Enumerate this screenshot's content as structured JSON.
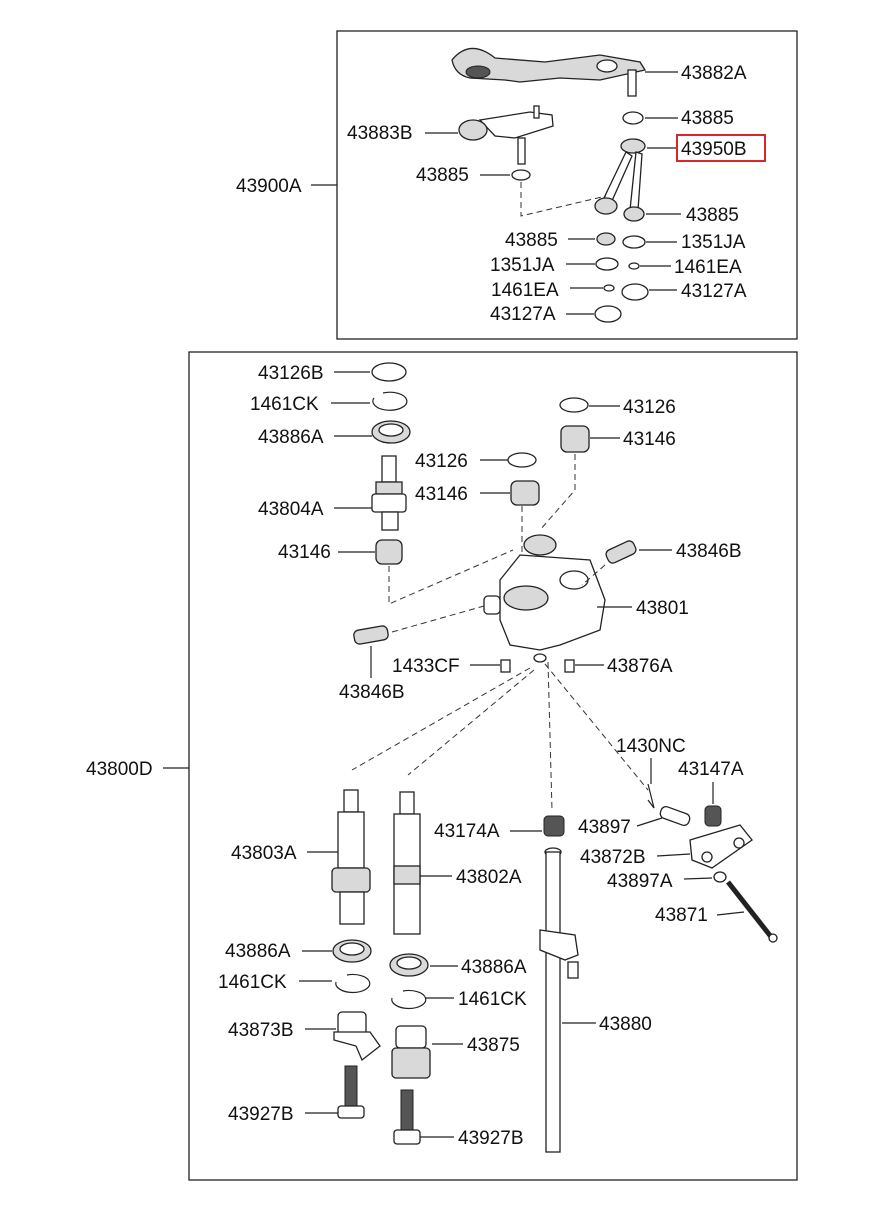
{
  "groups": {
    "upper": "43900A",
    "lower": "43800D"
  },
  "labels": {
    "p43882A": "43882A",
    "p43885a": "43885",
    "p43883B": "43883B",
    "p43950B": "43950B",
    "p43885b": "43885",
    "p43885c": "43885",
    "p43885d": "43885",
    "p1351JAa": "1351JA",
    "p1351JAb": "1351JA",
    "p1461EAa": "1461EA",
    "p1461EAb": "1461EA",
    "p43127Aa": "43127A",
    "p43127Ab": "43127A",
    "p43126B": "43126B",
    "p1461CKa": "1461CK",
    "p43886Aa": "43886A",
    "p43126a": "43126",
    "p43146a": "43146",
    "p43126b": "43126",
    "p43146b": "43146",
    "p43804A": "43804A",
    "p43146c": "43146",
    "p43846Ba": "43846B",
    "p43801": "43801",
    "p1433CF": "1433CF",
    "p43876A": "43876A",
    "p43846Bb": "43846B",
    "p1430NC": "1430NC",
    "p43147A": "43147A",
    "p43803A": "43803A",
    "p43174A": "43174A",
    "p43897": "43897",
    "p43872B": "43872B",
    "p43802A": "43802A",
    "p43897A": "43897A",
    "p43871": "43871",
    "p43886Ab": "43886A",
    "p43886Ac": "43886A",
    "p1461CKb": "1461CK",
    "p1461CKc": "1461CK",
    "p43873B": "43873B",
    "p43875": "43875",
    "p43880": "43880",
    "p43927Ba": "43927B",
    "p43927Bb": "43927B"
  },
  "highlight": {
    "part": "43950B",
    "color": "#d9262b"
  }
}
